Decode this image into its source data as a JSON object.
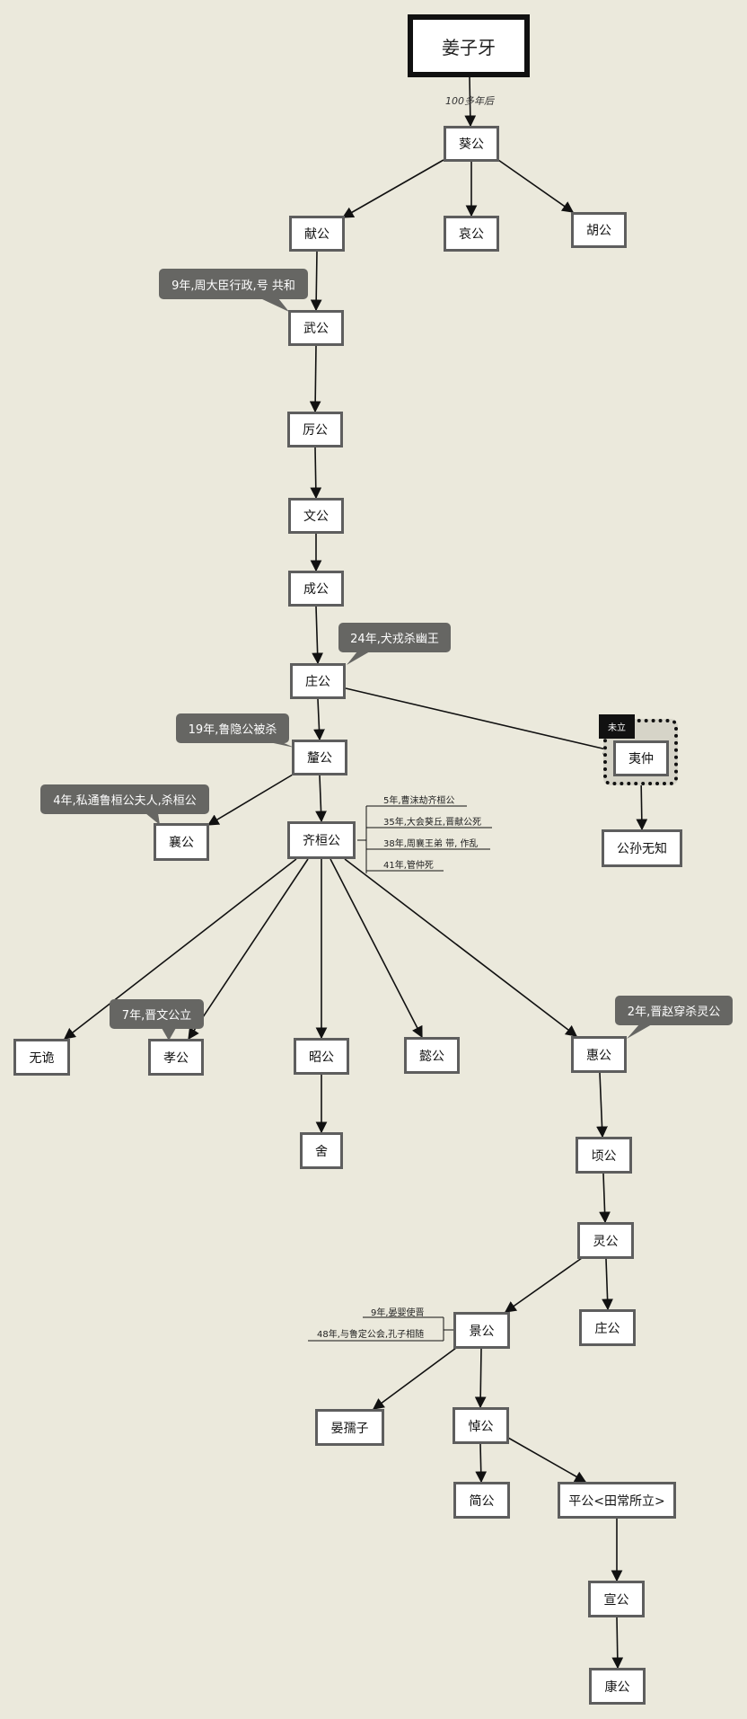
{
  "nodes": {
    "root": "姜子牙",
    "gui": "葵公",
    "xian": "献公",
    "ai": "哀公",
    "hu": "胡公",
    "wu": "武公",
    "li": "厉公",
    "wen": "文公",
    "cheng": "成公",
    "zhuang": "庄公",
    "yizhong": "夷仲",
    "li2": "釐公",
    "gongsun": "公孙无知",
    "xiang": "襄公",
    "huan": "齐桓公",
    "wugui": "无诡",
    "xiao": "孝公",
    "zhao": "昭公",
    "yi": "懿公",
    "hui": "惠公",
    "she": "舍",
    "qing": "顷公",
    "ling": "灵公",
    "jing": "景公",
    "zhuang2": "庄公",
    "yanruzi": "晏孺子",
    "dao": "悼公",
    "jian": "简公",
    "ping": "平公<田常所立>",
    "xuan": "宣公",
    "kang": "康公"
  },
  "edge_label": "100多年后",
  "callouts": {
    "wu": "9年,周大臣行政,号 共和",
    "zhuang": "24年,犬戎杀幽王",
    "li2": "19年,鲁隐公被杀",
    "xiang": "4年,私通鲁桓公夫人,杀桓公",
    "xiao": "7年,晋文公立",
    "hui": "2年,晋赵穿杀灵公"
  },
  "badge": "未立",
  "notes": {
    "huan": [
      "5年,曹沫劫齐桓公",
      "35年,大会葵丘,晋献公死",
      "38年,周襄王弟 带, 作乱",
      "41年,管仲死"
    ],
    "jing": [
      "9年,晏婴使晋",
      "48年,与鲁定公会,孔子相随"
    ]
  },
  "colors": {
    "background": "#ebe9dc",
    "node_border": "#5e5e5e",
    "callout": "#666663",
    "edge": "#111111"
  }
}
